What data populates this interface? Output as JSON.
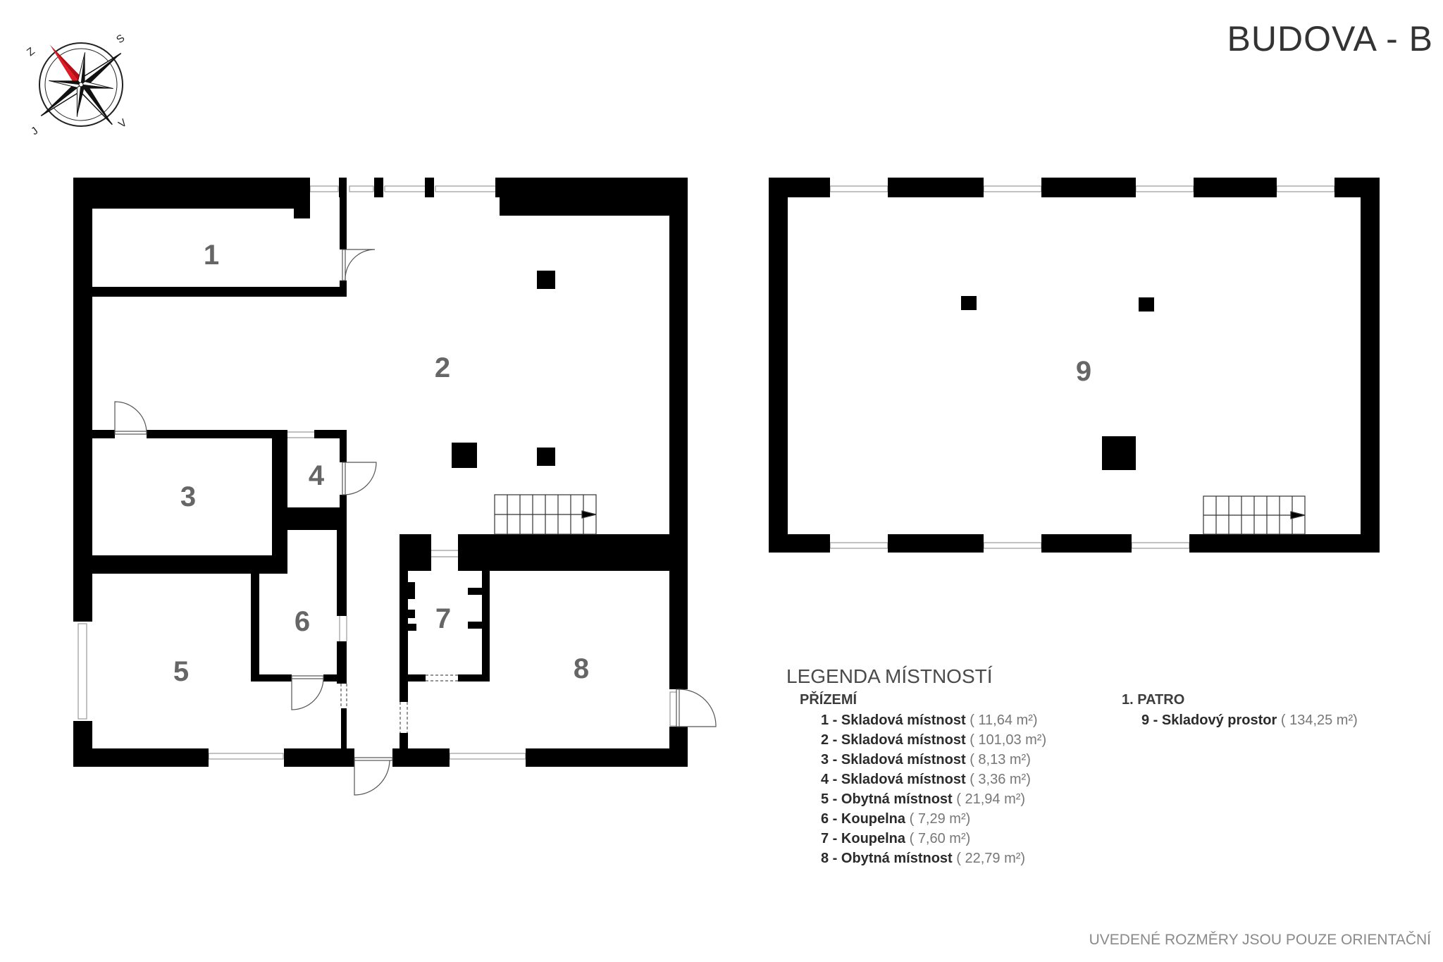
{
  "header": {
    "title": "BUDOVA - B"
  },
  "compass": {
    "labels": [
      "S",
      "V",
      "J",
      "Z"
    ],
    "accent": "#e01b24"
  },
  "rooms": [
    {
      "num": "1",
      "name": "Skladová místnost",
      "area": "11,64 m²"
    },
    {
      "num": "2",
      "name": "Skladová místnost",
      "area": "101,03 m²"
    },
    {
      "num": "3",
      "name": "Skladová místnost",
      "area": "8,13 m²"
    },
    {
      "num": "4",
      "name": "Skladová místnost",
      "area": "3,36 m²"
    },
    {
      "num": "5",
      "name": "Obytná místnost",
      "area": "21,94 m²"
    },
    {
      "num": "6",
      "name": "Koupelna",
      "area": "7,29 m²"
    },
    {
      "num": "7",
      "name": "Koupelna",
      "area": "7,60 m²"
    },
    {
      "num": "8",
      "name": "Obytná místnost",
      "area": "22,79 m²"
    },
    {
      "num": "9",
      "name": "Skladový prostor",
      "area": "134,25 m²"
    }
  ],
  "legend": {
    "title": "LEGENDA MÍSTNOSTÍ",
    "sections": [
      {
        "title": "PŘÍZEMÍ",
        "rooms": [
          0,
          1,
          2,
          3,
          4,
          5,
          6,
          7
        ]
      },
      {
        "title": "1. PATRO",
        "rooms": [
          8
        ]
      }
    ]
  },
  "footer": {
    "note": "UVEDENÉ ROZMĚRY JSOU POUZE ORIENTAČNÍ"
  }
}
